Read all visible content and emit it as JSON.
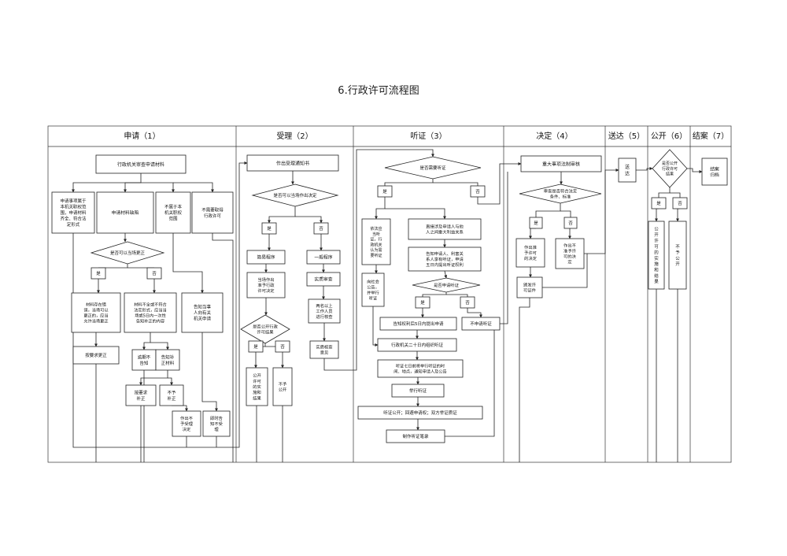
{
  "title": "6.行政许可流程图",
  "columns": [
    "申请（1）",
    "受理（2）",
    "听证（3）",
    "决定（4）",
    "送达（5）",
    "公开（6）",
    "结案（7）"
  ],
  "nodes": {
    "n01": "行政机关审查申请材料",
    "n02": [
      "申请事项属于",
      "本机关职权范",
      "围，申请材料",
      "齐全、符合法",
      "定形式"
    ],
    "n03": "申请材料缺陷",
    "n04": [
      "不属于本",
      "机关职权",
      "范围"
    ],
    "n05": [
      "不需要取得",
      "行政许可"
    ],
    "n06": "是否可以当场更正",
    "n07": "是",
    "n08": "否",
    "n09": [
      "材料存在错",
      "误，当场可以",
      "更正的，应当",
      "允许当场更正"
    ],
    "n10": [
      "材料不全或不符合",
      "法定形式，应当当",
      "场或5日内一次性",
      "告知补正的内容"
    ],
    "n11": [
      "告知当事",
      "人向有关",
      "机关申请"
    ],
    "n12": "按要求更正",
    "n13": [
      "逾期不",
      "告知"
    ],
    "n14": [
      "告知补",
      "正材料"
    ],
    "n15": [
      "按要求",
      "补正"
    ],
    "n16": [
      "不予",
      "补正"
    ],
    "n17": [
      "作出不",
      "予受理",
      "决定"
    ],
    "n18": [
      "即时告",
      "知不受",
      "理"
    ],
    "n19": "作出受理通知书",
    "n20": "是否可以当场作出决定",
    "n21": "是",
    "n22": "否",
    "n23": "简易程序",
    "n24": [
      "当场作出",
      "准予行政",
      "许可决定"
    ],
    "n25": [
      "是否公开行政",
      "许可结果"
    ],
    "n26": "是",
    "n27": "否",
    "n28": [
      "公开",
      "许可",
      "的实",
      "施和",
      "结果"
    ],
    "n29": [
      "不予",
      "公开"
    ],
    "n30": "一般程序",
    "n31": "实质审查",
    "n32": [
      "两名以上",
      "工作人员",
      "进行核查"
    ],
    "n33": [
      "实质核查",
      "意见"
    ],
    "n34": "是否需要听证",
    "n35": "是",
    "n36": "否",
    "n37": [
      "依法应",
      "当听",
      "证，行",
      "政机关",
      "认为需",
      "要听证"
    ],
    "n38": [
      "直接涉及申请人与他",
      "人之间重大利益关系"
    ],
    "n39": [
      "告知申请人、利害关",
      "系人享有听证，申请",
      "五日内提出听证权利"
    ],
    "n40": "是否申请听证",
    "n41": "是",
    "n42": "否",
    "n43": [
      "向社会",
      "公告，",
      "并举行",
      "听证"
    ],
    "n44": "告知权利后5日内提出申请",
    "n45": "不申请听证",
    "n46": "行政机关二十日内组织听证",
    "n47": [
      "听证七日前将举行听证的时",
      "间、地点，通知申请人及公告"
    ],
    "n48": "举行听证",
    "n49": "听证公开；回避申请权；双方举证质证",
    "n50": "制作听证笔录",
    "n51": "重大事项法制审核",
    "n52": [
      "审查是否符合法定",
      "条件、标准"
    ],
    "n53": "是",
    "n54": "否",
    "n55": [
      "作出准",
      "予许可",
      "的决定"
    ],
    "n56": [
      "作出不",
      "准予许",
      "可的决",
      "定"
    ],
    "n57": [
      "颁发许",
      "可证件"
    ],
    "n58": [
      "送",
      "达"
    ],
    "n59": [
      "是否公开",
      "行政许可",
      "结果"
    ],
    "n60": "是",
    "n61": "否",
    "n62": [
      "公",
      "开",
      "许",
      "可",
      "的",
      "实",
      "施",
      "和",
      "结",
      "果"
    ],
    "n63": [
      "不",
      "予",
      "公",
      "开"
    ],
    "n64": [
      "结案",
      "归档"
    ]
  }
}
